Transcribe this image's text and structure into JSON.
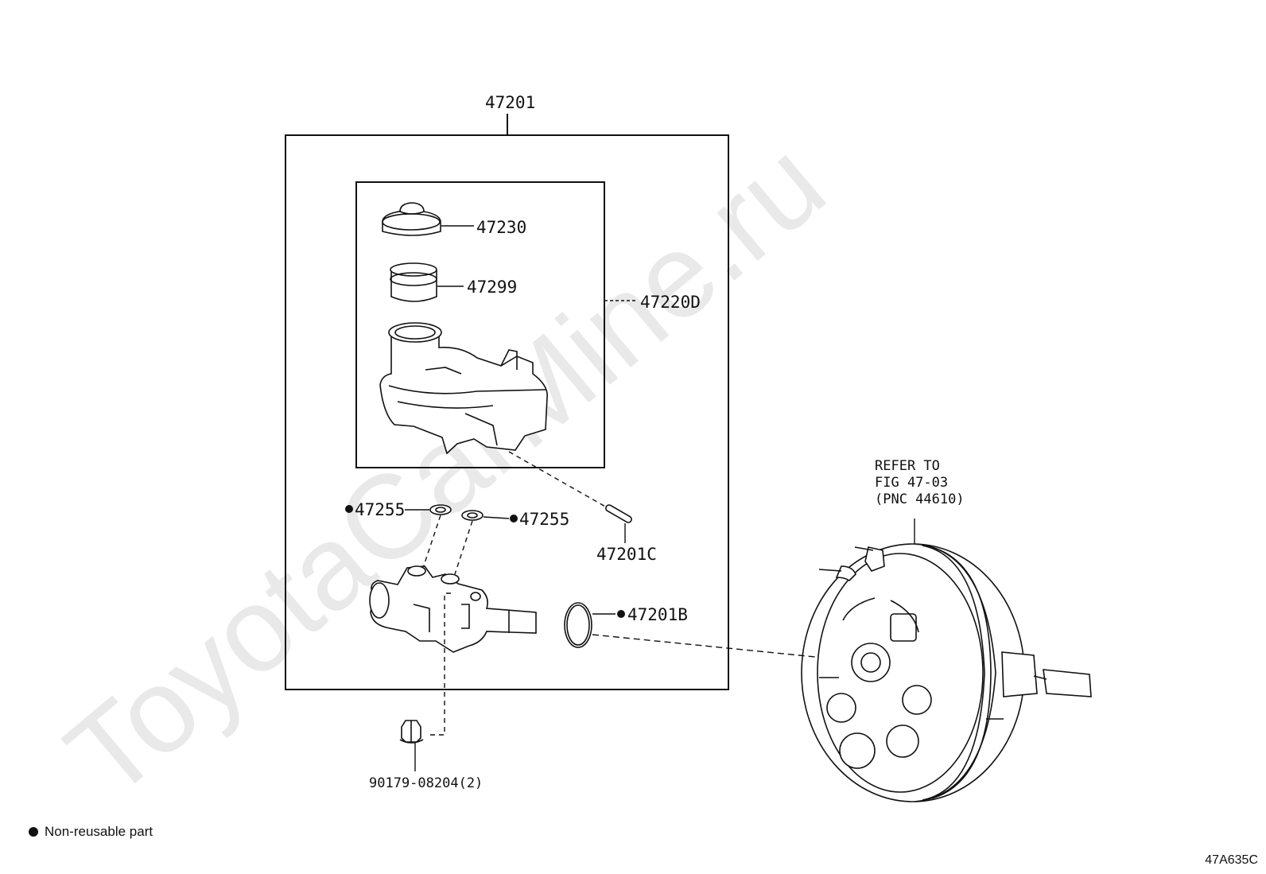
{
  "watermark": "ToyotaCarMine.ru",
  "labels": {
    "assembly": "47201",
    "cap": "47230",
    "strainer": "47299",
    "reservoir": "47220D",
    "grommet_left": "47255",
    "grommet_right": "47255",
    "pin": "47201C",
    "oring": "47201B",
    "nut": "90179-08204(2)",
    "refer_line1": "REFER TO",
    "refer_line2": "FIG 47-03",
    "refer_line3": "(PNC 44610)"
  },
  "legend": {
    "text": "Non-reusable part"
  },
  "figure_code": "47A635C"
}
